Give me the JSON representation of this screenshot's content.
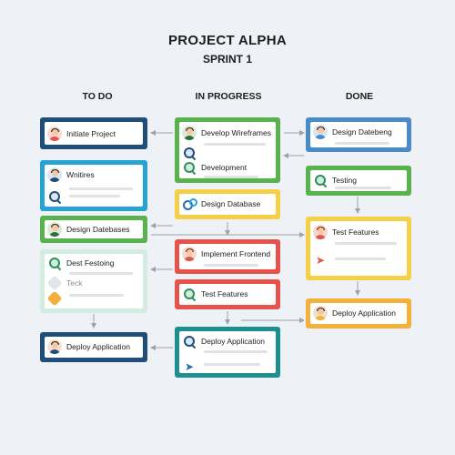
{
  "header": {
    "title": "PROJECT ALPHA",
    "subtitle": "SPRINT 1"
  },
  "columns": {
    "todo": "TO DO",
    "in_progress": "IN PROGRESS",
    "done": "DONE"
  },
  "todo": {
    "initiate_project": "Initiate Project",
    "writing": "Wnitires",
    "design_databases": "Design Datebases",
    "dest_festoing": "Dest Festoing",
    "teck": "Teck",
    "deploy_application": "Deploy Application"
  },
  "in_progress": {
    "develop_wireframes": "Develop Wireframes",
    "development": "Development",
    "design_database": "Design Database",
    "implement_frontend": "Implement Frontend",
    "test_features": "Test Features",
    "deploy_application": "Deploy Application"
  },
  "done": {
    "design_datebeng": "Design Datebeng",
    "testing": "Testing",
    "test_features": "Test Features",
    "deploy_application": "Deploy Application"
  },
  "colors": {
    "navy": "#1f4e79",
    "green": "#58b24e",
    "blue": "#4a8bc9",
    "cyan": "#27a3d3",
    "yellow": "#f5d046",
    "red": "#e5534b",
    "teal": "#1e8f8f",
    "orange": "#f3b13a",
    "background": "#eef2f6",
    "arrow": "#9aa3ad"
  }
}
